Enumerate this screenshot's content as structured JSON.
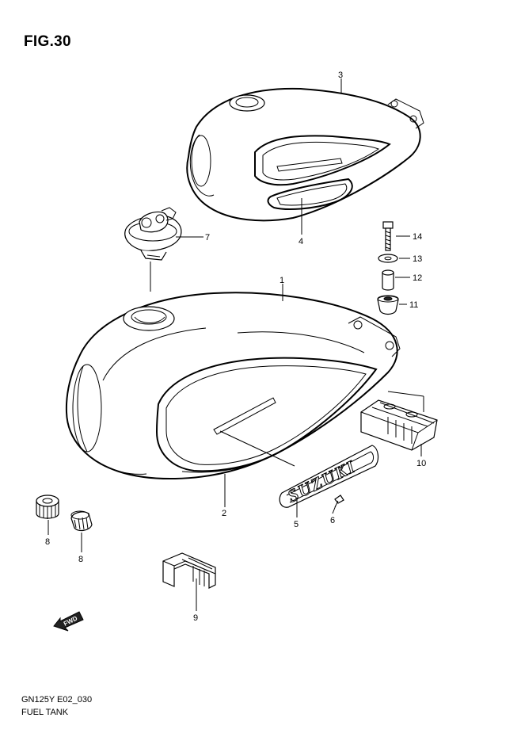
{
  "figure": {
    "title": "FIG.30",
    "model_code": "GN125Y E02_030",
    "section_name": "FUEL TANK",
    "fwd_marker": "FWD"
  },
  "callouts": [
    "1",
    "2",
    "3",
    "4",
    "5",
    "6",
    "7",
    "8",
    "8",
    "9",
    "10",
    "11",
    "12",
    "13",
    "14"
  ],
  "emblem_text": "SUZUKI"
}
